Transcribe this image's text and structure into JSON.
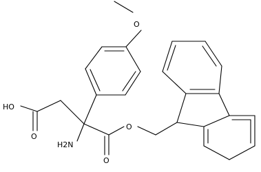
{
  "molecule": {
    "atom_labels": {
      "methoxy_o": "O",
      "acid_oh": "HO",
      "acid_o": "O",
      "amine": "H2N",
      "ester_o": "O",
      "carbonyl_o": "O"
    }
  },
  "colors": {
    "bond": "#000000",
    "background": "#ffffff"
  }
}
